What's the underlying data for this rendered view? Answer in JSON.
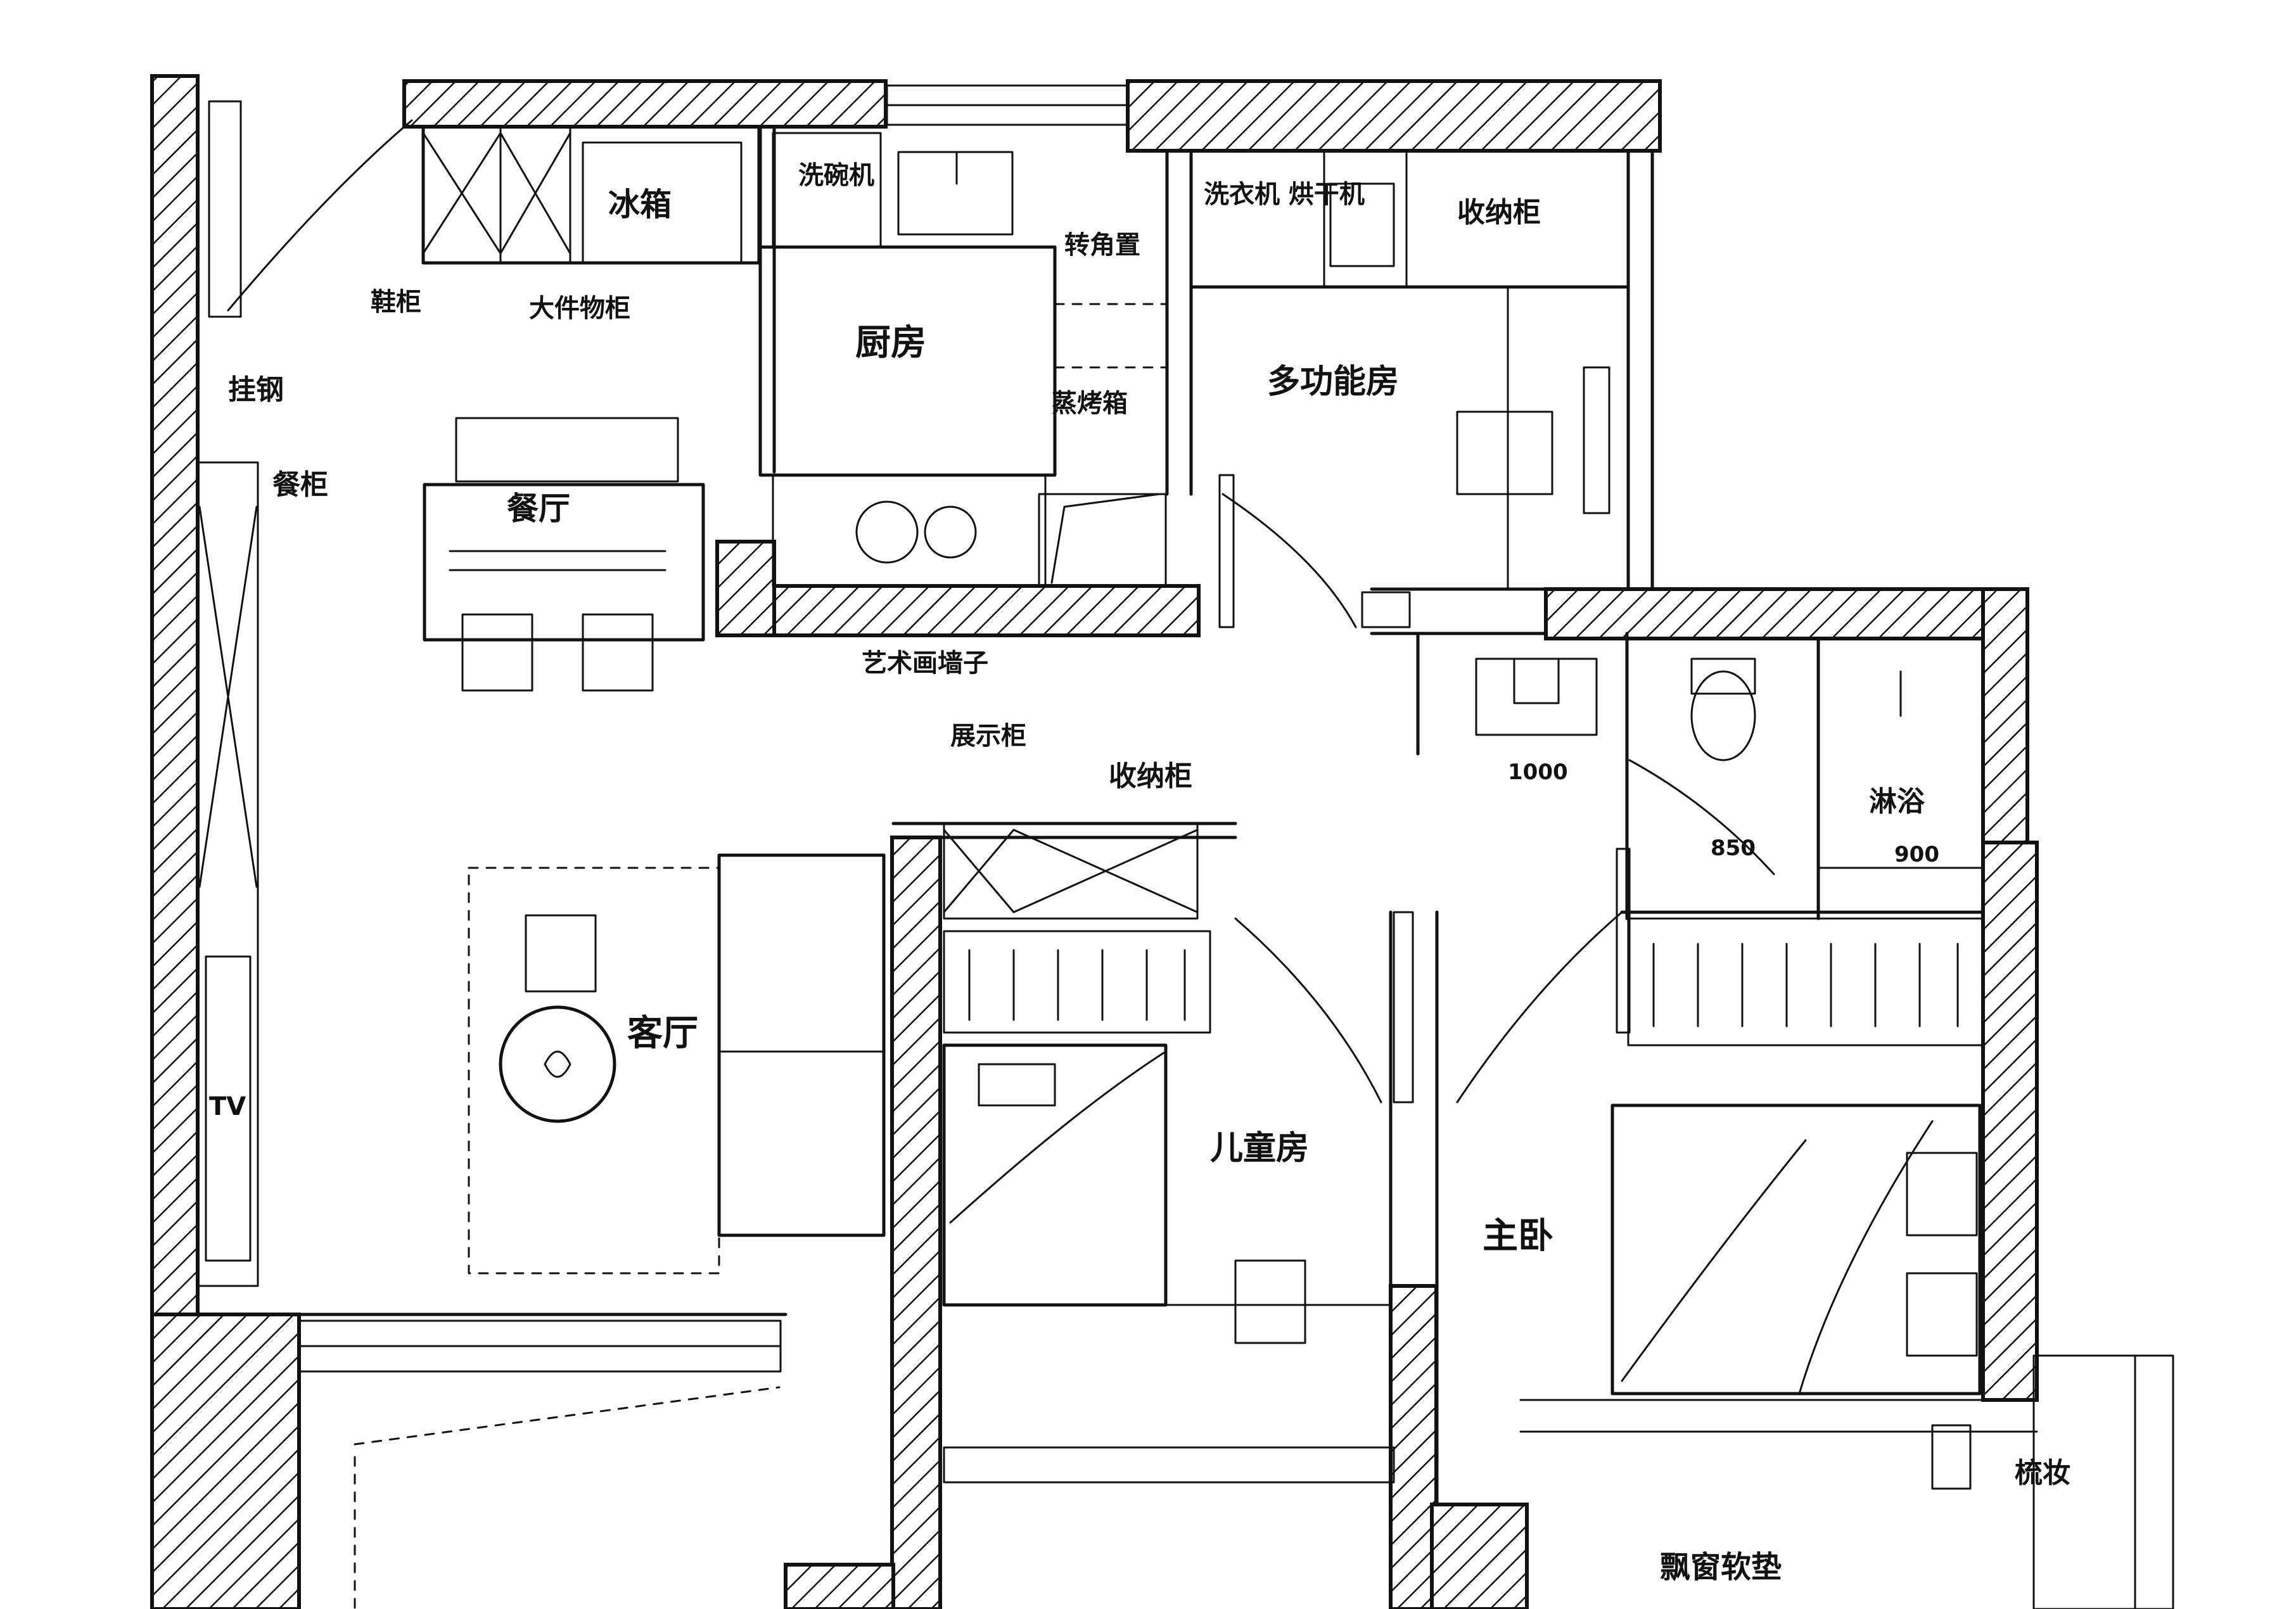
{
  "rooms": {
    "kitchen": "厨房",
    "multi_function_room": "多功能房",
    "dining": "餐厅",
    "living": "客厅",
    "kids_room": "儿童房",
    "master_bedroom": "主卧"
  },
  "fixtures": {
    "fridge": "冰箱",
    "shoe_cabinet": "鞋柜",
    "tall_cabinet": "大件物柜",
    "piano": "挂钢",
    "sideboard": "餐柜",
    "dishwasher": "洗碗机",
    "washer_dryer": "洗衣机 烘干机",
    "storage_cabinet_top": "收纳柜",
    "corner_shelf": "转角置",
    "oven": "蒸烤箱",
    "art_wall": "艺术画墙子",
    "display_cabinet": "展示柜",
    "storage_cabinet_mid": "收纳柜",
    "tv": "TV",
    "shower": "淋浴",
    "dressing_table": "梳妆",
    "soft_cushion": "飘窗软垫"
  },
  "dimensions": {
    "vanity_width": "1000",
    "door_width": "850",
    "shower_width": "900"
  }
}
